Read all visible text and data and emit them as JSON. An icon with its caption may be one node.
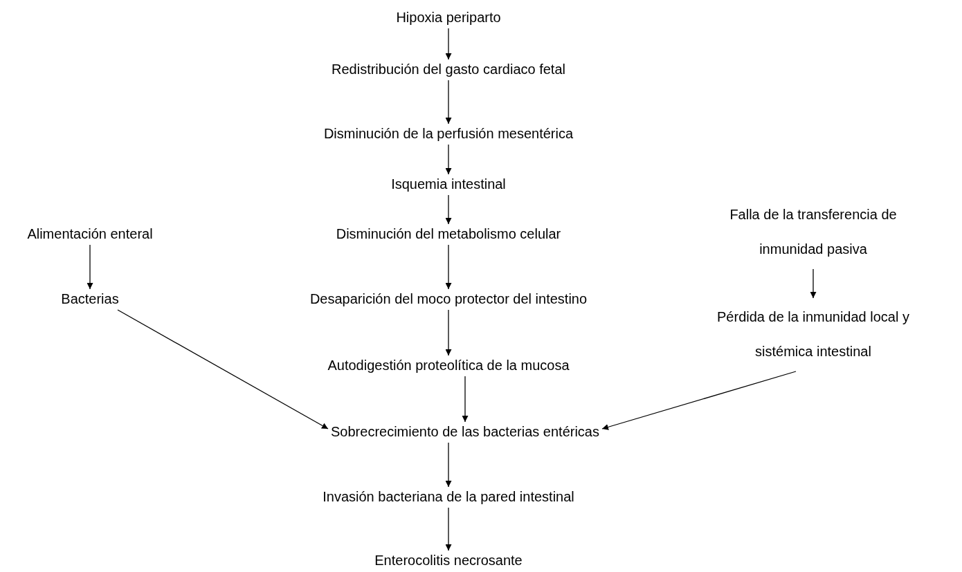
{
  "diagram": {
    "nodes": [
      {
        "text": [
          "Hipoxia periparto"
        ]
      },
      {
        "text": [
          "Redistribución del gasto cardiaco fetal"
        ]
      },
      {
        "text": [
          "Disminución de la perfusión mesentérica"
        ]
      },
      {
        "text": [
          "Isquemia intestinal"
        ]
      },
      {
        "text": [
          "Disminución del metabolismo celular"
        ]
      },
      {
        "text": [
          "Desaparición del moco protector del intestino"
        ]
      },
      {
        "text": [
          "Autodigestión proteolítica de la mucosa"
        ]
      },
      {
        "text": [
          "Sobrecrecimiento de las bacterias entéricas"
        ]
      },
      {
        "text": [
          "Invasión bacteriana de la pared intestinal"
        ]
      },
      {
        "text": [
          "Enterocolitis necrosante"
        ]
      },
      {
        "text": [
          "Alimentación enteral"
        ]
      },
      {
        "text": [
          "Bacterias"
        ]
      },
      {
        "text": [
          "Falla de la transferencia de inmunidad pasiva"
        ]
      },
      {
        "text": [
          "Pérdida de la inmunidad local y sistémica intestinal"
        ]
      }
    ],
    "edges": [
      {
        "from": 0,
        "to": 1,
        "arrow": "to"
      },
      {
        "from": 1,
        "to": 2,
        "arrow": "to"
      },
      {
        "from": 2,
        "to": 3,
        "arrow": "to"
      },
      {
        "from": 3,
        "to": 4,
        "arrow": "to"
      },
      {
        "from": 4,
        "to": 5,
        "arrow": "to"
      },
      {
        "from": 5,
        "to": 6,
        "arrow": "to"
      },
      {
        "from": 6,
        "to": 7,
        "arrow": "to"
      },
      {
        "from": 7,
        "to": 8,
        "arrow": "to"
      },
      {
        "from": 8,
        "to": 9,
        "arrow": "to"
      },
      {
        "from": 10,
        "to": 11,
        "arrow": "to"
      },
      {
        "from": 11,
        "to": 7,
        "arrow": "to"
      },
      {
        "from": 12,
        "to": 13,
        "arrow": "to"
      },
      {
        "from": 13,
        "to": 7,
        "arrow": "to"
      }
    ]
  }
}
